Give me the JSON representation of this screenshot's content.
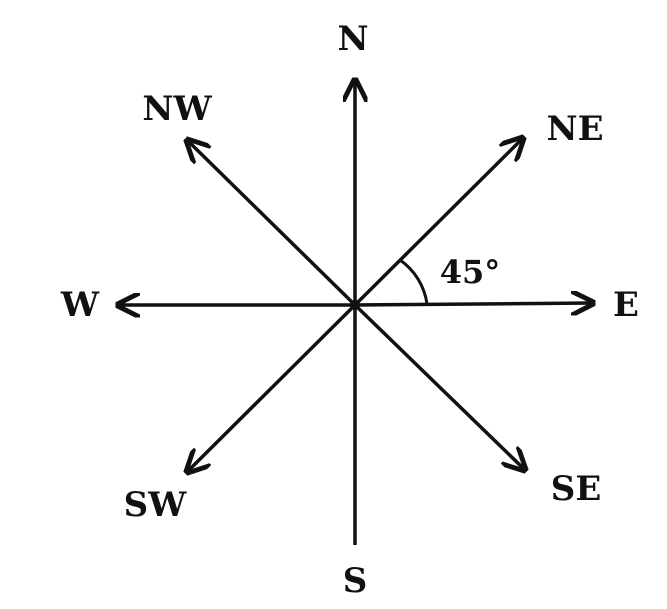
{
  "labels": {
    "n": "N",
    "s": "S",
    "e": "E",
    "w": "W",
    "ne": "NE",
    "nw": "NW",
    "se": "SE",
    "sw": "SW"
  },
  "angle_label": "45°"
}
